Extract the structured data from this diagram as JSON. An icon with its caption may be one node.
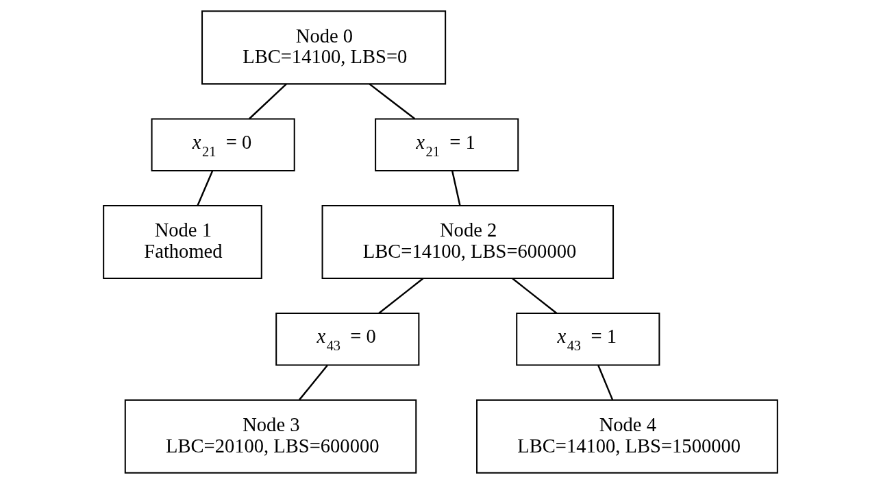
{
  "diagram": {
    "nodes": [
      {
        "text": [
          "Node 0",
          "LBC=14100, LBS=0"
        ]
      },
      {
        "text": [
          "*x*$_{21}$ = 0"
        ]
      },
      {
        "text": [
          "*x*$_{21}$ = 1"
        ]
      },
      {
        "text": [
          "Node 1",
          "Fathomed"
        ]
      },
      {
        "text": [
          "Node 2",
          "LBC=14100, LBS=600000"
        ]
      },
      {
        "text": [
          "*x*$_{43}$ = 0"
        ]
      },
      {
        "text": [
          "*x*$_{43}$ = 1"
        ]
      },
      {
        "text": [
          "Node 3",
          "LBC=20100, LBS=600000"
        ]
      },
      {
        "text": [
          "Node 4",
          "LBC=14100, LBS=1500000"
        ]
      }
    ],
    "edges": [
      {
        "from": 0,
        "to": 1,
        "arrow": "none"
      },
      {
        "from": 0,
        "to": 2,
        "arrow": "none"
      },
      {
        "from": 1,
        "to": 3,
        "arrow": "none"
      },
      {
        "from": 2,
        "to": 4,
        "arrow": "none"
      },
      {
        "from": 4,
        "to": 5,
        "arrow": "none"
      },
      {
        "from": 4,
        "to": 6,
        "arrow": "none"
      },
      {
        "from": 5,
        "to": 7,
        "arrow": "none"
      },
      {
        "from": 6,
        "to": 8,
        "arrow": "none"
      }
    ]
  }
}
